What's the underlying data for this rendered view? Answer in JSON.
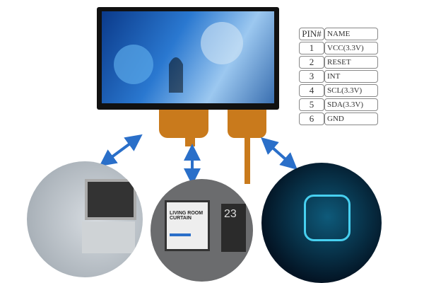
{
  "pin_table": {
    "headers": [
      "PIN#",
      "NAME"
    ],
    "rows": [
      [
        "1",
        "VCC(3.3V)"
      ],
      [
        "2",
        "RESET"
      ],
      [
        "3",
        "INT"
      ],
      [
        "4",
        "SCL(3.3V)"
      ],
      [
        "5",
        "SDA(3.3V)"
      ],
      [
        "6",
        "GND"
      ]
    ]
  },
  "smart_panel": {
    "title": "LIVING ROOM CURTAIN",
    "clock": "23"
  },
  "colors": {
    "arrow": "#2a6fc9",
    "fpc": "#c97a1c",
    "screen": "#2a78d0"
  }
}
